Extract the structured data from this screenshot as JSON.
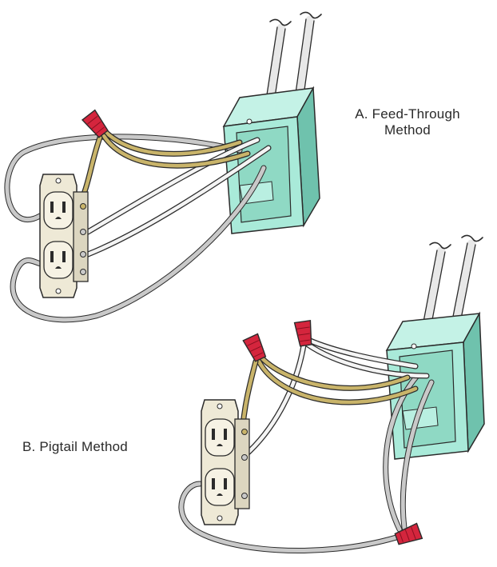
{
  "captions": {
    "a_line1": "A. Feed-Through",
    "a_line2": "Method",
    "b": "B. Pigtail Method"
  },
  "colors": {
    "box": "#a9ead9",
    "box_dark": "#6fc2ad",
    "wire_nut": "#d4253d",
    "wire_gray": "#c9c9c9",
    "wire_white": "#f4f4f4",
    "wire_hot": "#c9b46a",
    "outlet": "#eee9d6",
    "outline": "#2b2b2b"
  },
  "icons": [
    "electrical-box",
    "duplex-receptacle",
    "wire-nut",
    "cable"
  ]
}
